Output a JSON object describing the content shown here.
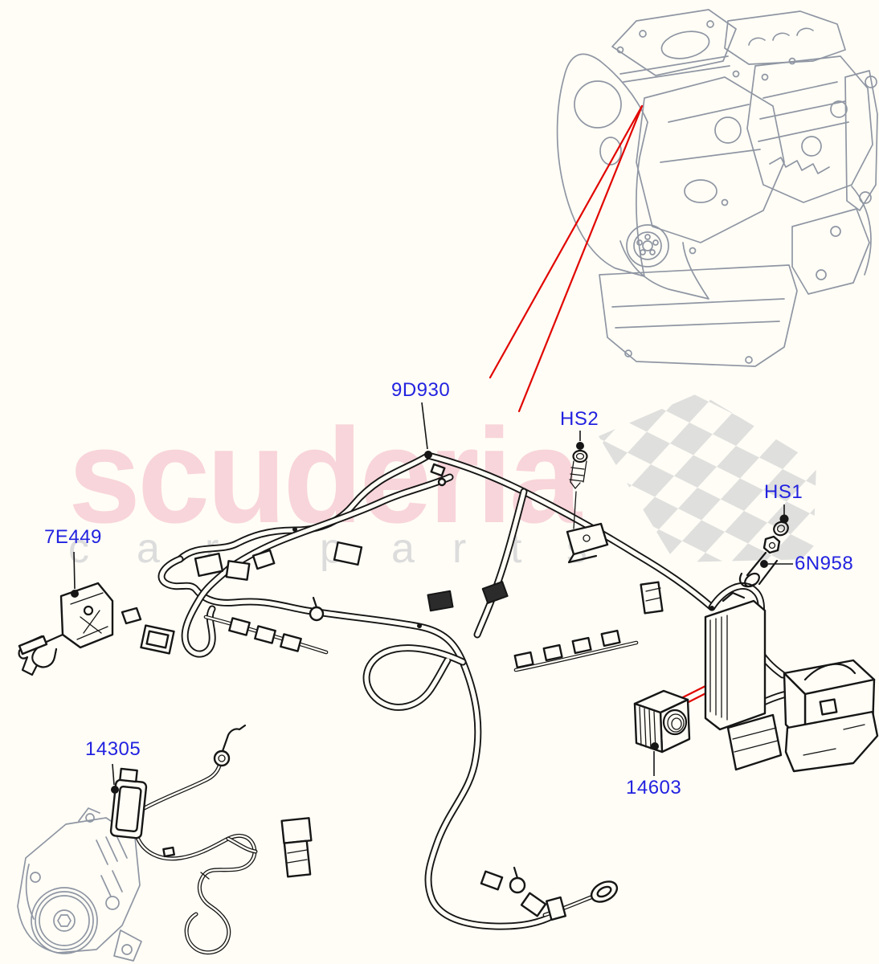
{
  "watermark": {
    "brand": "scuderia",
    "tagline_letters": [
      "c",
      "a",
      "r",
      "p",
      "a",
      "r",
      "t",
      "s"
    ]
  },
  "part_labels": {
    "engine_harness": "9D930",
    "heat_shield_bolt_2": "HS2",
    "heat_shield_bolt_1": "HS1",
    "stud": "6N958",
    "bracket": "7E449",
    "battery_cable": "14305",
    "grommet": "14603"
  },
  "colors": {
    "label_blue": "#2222e0",
    "callout_red": "#e10600",
    "engine_gray": "#8f96a3",
    "line_black": "#161616",
    "watermark_pink": "#f8d1d7",
    "watermark_gray": "#dcdcdc",
    "background": "#fffdf6"
  }
}
